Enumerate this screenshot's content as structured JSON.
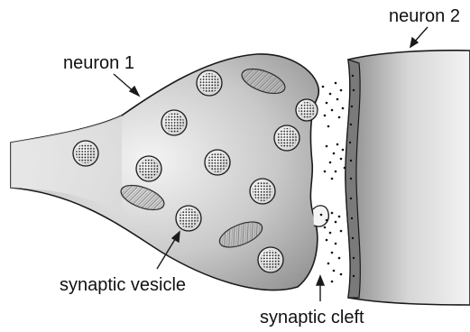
{
  "labels": {
    "neuron1": "neuron 1",
    "neuron2": "neuron 2",
    "vesicle": "synaptic vesicle",
    "cleft": "synaptic cleft"
  },
  "colors": {
    "outline": "#1a1a1a",
    "neuron_light": "#f2f2f2",
    "neuron_dark": "#8c8c8c",
    "membrane_dark": "#7a7a7a",
    "vesicle_fill": "#eeeeee",
    "mito_fill": "#d0d0d0",
    "dot": "#111111"
  },
  "icons": [
    "synaptic-vesicle",
    "mitochondrion",
    "neurotransmitter-dots"
  ]
}
